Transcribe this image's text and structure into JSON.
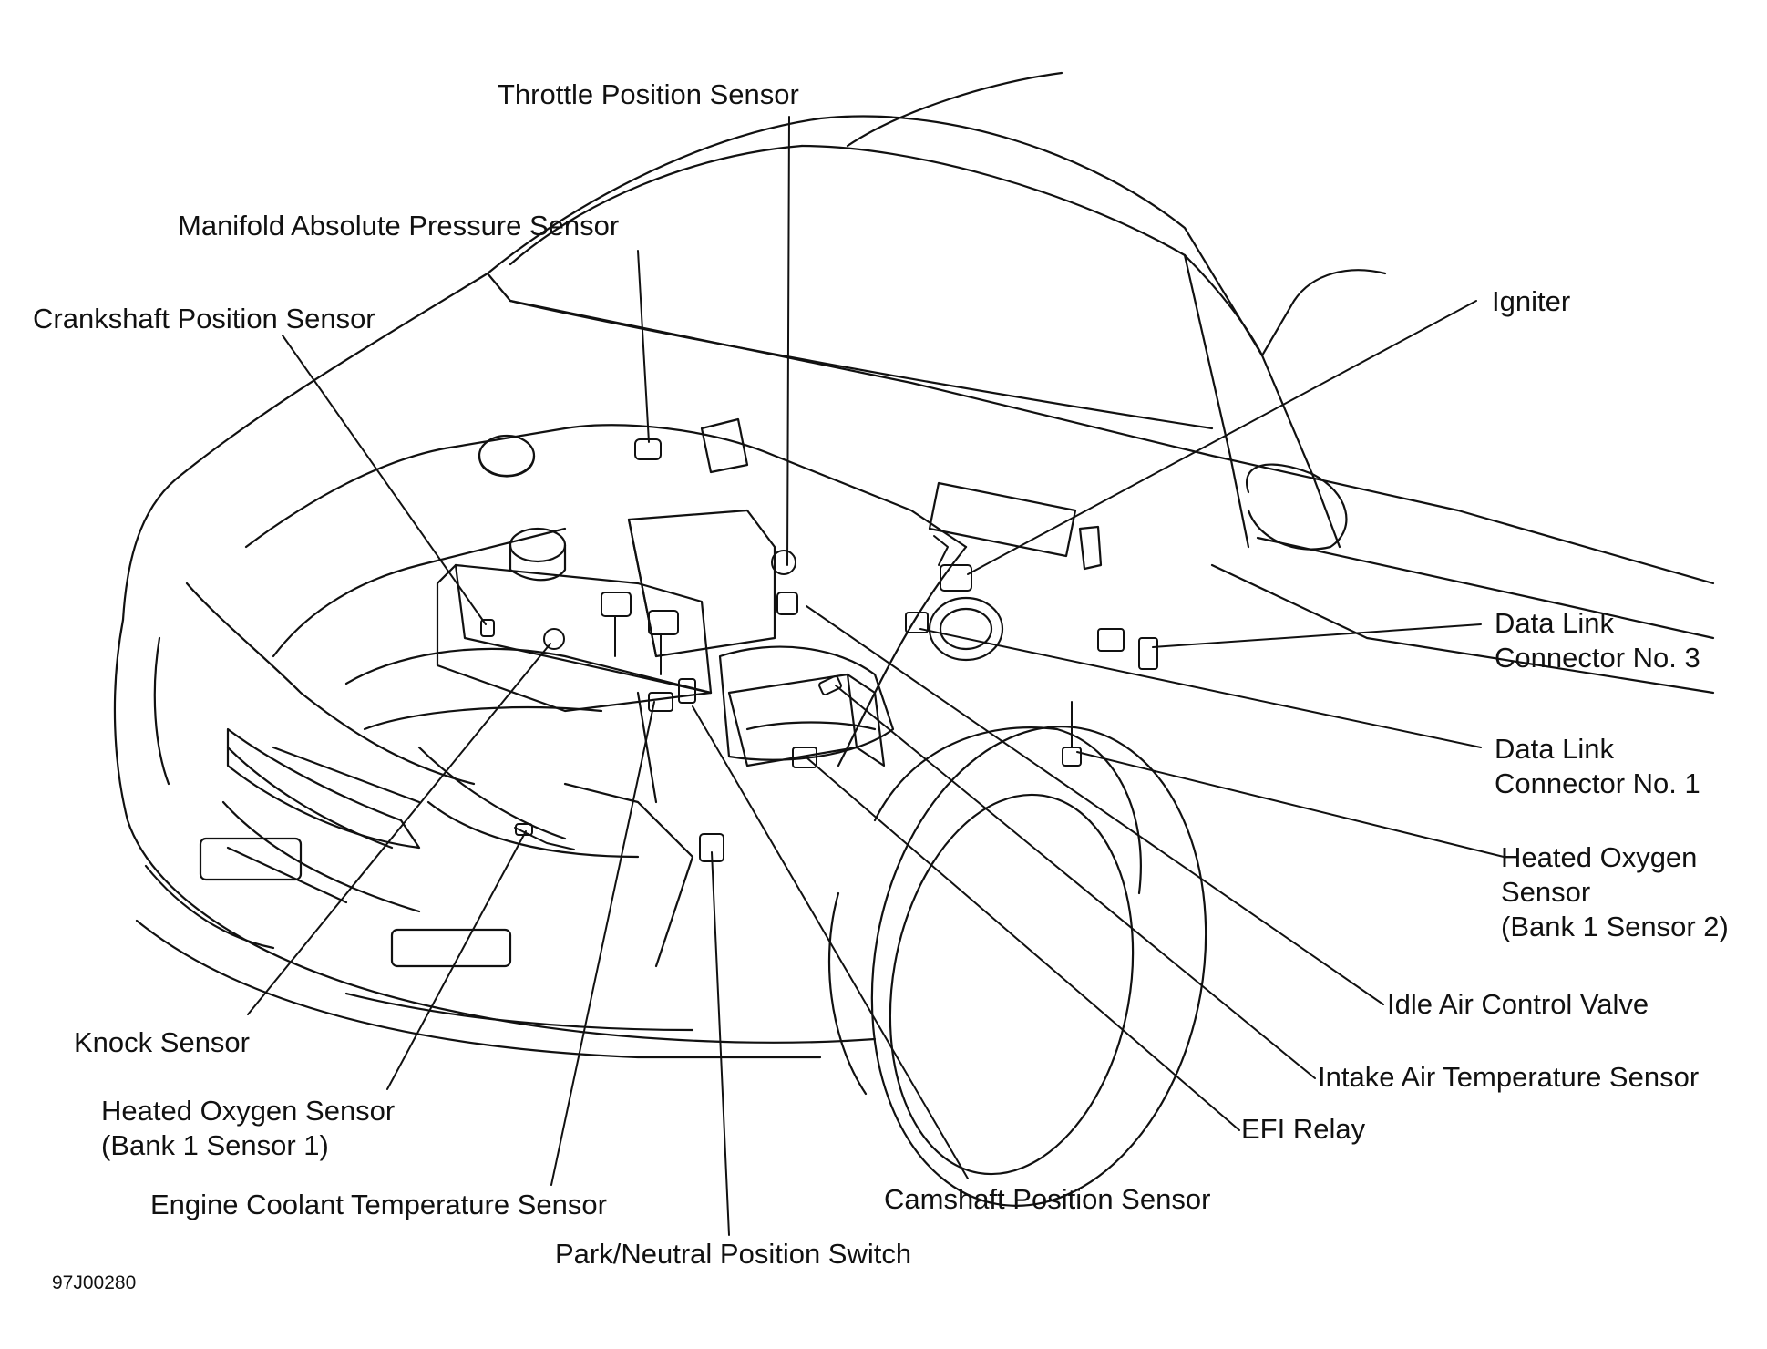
{
  "figure_code": "97J00280",
  "labels": {
    "throttle_position_sensor": "Throttle Position Sensor",
    "manifold_absolute_pressure_sensor": "Manifold Absolute Pressure Sensor",
    "crankshaft_position_sensor": "Crankshaft Position Sensor",
    "igniter": "Igniter",
    "data_link_connector_3_line1": "Data Link",
    "data_link_connector_3_line2": "Connector No. 3",
    "data_link_connector_1_line1": "Data Link",
    "data_link_connector_1_line2": "Connector No. 1",
    "heated_oxygen_sensor_b1s2_line1": "Heated Oxygen",
    "heated_oxygen_sensor_b1s2_line2": "Sensor",
    "heated_oxygen_sensor_b1s2_line3": "(Bank 1 Sensor 2)",
    "idle_air_control_valve": "Idle Air Control Valve",
    "intake_air_temperature_sensor": "Intake Air Temperature Sensor",
    "efi_relay": "EFI Relay",
    "camshaft_position_sensor": "Camshaft Position Sensor",
    "park_neutral_position_switch": "Park/Neutral Position Switch",
    "engine_coolant_temperature_sensor": "Engine Coolant Temperature Sensor",
    "heated_oxygen_sensor_b1s1_line1": "Heated Oxygen Sensor",
    "heated_oxygen_sensor_b1s1_line2": "(Bank 1 Sensor 1)",
    "knock_sensor": "Knock Sensor"
  },
  "colors": {
    "ink": "#111111",
    "paper": "#ffffff"
  }
}
